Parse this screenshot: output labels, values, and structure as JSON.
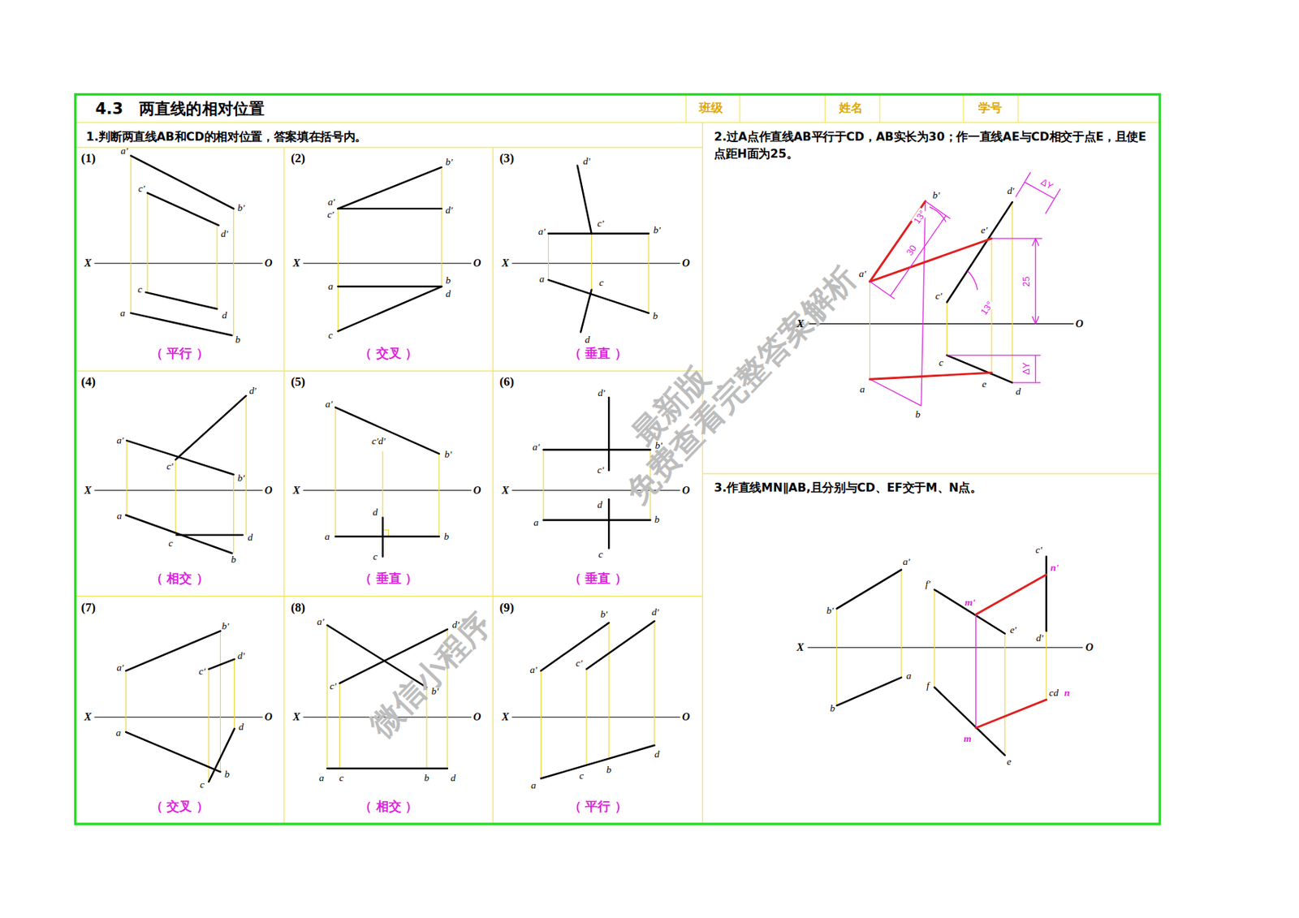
{
  "diagram": {
    "title": "4.3　两直线的相对位置",
    "nodes": [
      {
        "text": [
          "1.判断两直线AB和CD的相对位置，答案填在括号内。"
        ]
      },
      {
        "text": [
          "(1)",
          "（ 平行 ）"
        ],
        "in": 0
      },
      {
        "text": [
          "(2)",
          "（ 交叉 ）"
        ],
        "in": 0
      },
      {
        "text": [
          "(3)",
          "（ 垂直 ）"
        ],
        "in": 0
      },
      {
        "text": [
          "(4)",
          "（ 相交 ）"
        ],
        "in": 0
      },
      {
        "text": [
          "(5)",
          "（ 垂直 ）"
        ],
        "in": 0
      },
      {
        "text": [
          "(6)",
          "（ 垂直 ）"
        ],
        "in": 0
      },
      {
        "text": [
          "(7)",
          "（ 交叉 ）"
        ],
        "in": 0
      },
      {
        "text": [
          "(8)",
          "（ 相交 ）"
        ],
        "in": 0
      },
      {
        "text": [
          "(9)",
          "（ 平行 ）"
        ],
        "in": 0
      },
      {
        "text": [
          "2.过A点作直线AB平行于CD，AB实长为30；作一直线AE与CD相交于点E，且使E点距H面为25。"
        ]
      },
      {
        "text": [
          "3.作直线MN∥AB,且分别与CD、EF交于M、N点。"
        ]
      }
    ],
    "labels": [
      "班级",
      "姓名",
      "学号",
      "a'",
      "b'",
      "c'",
      "d'",
      "X",
      "O",
      "c",
      "d",
      "a",
      "b",
      "b'",
      "a'",
      "c'",
      "d'",
      "X",
      "O",
      "a",
      "b",
      "d",
      "c",
      "d'",
      "c'",
      "a'",
      "b'",
      "X",
      "O",
      "a",
      "c",
      "b",
      "d",
      "d'",
      "a'",
      "c'",
      "b'",
      "X",
      "O",
      "a",
      "d",
      "c",
      "b",
      "a'",
      "c'd'",
      "b'",
      "X",
      "O",
      "d",
      "a",
      "b",
      "c",
      "d'",
      "a'",
      "b'",
      "c'",
      "X",
      "O",
      "d",
      "a",
      "b",
      "c",
      "b'",
      "d'",
      "a'",
      "c'",
      "X",
      "O",
      "d",
      "a",
      "b",
      "c",
      "a'",
      "d'",
      "c'",
      "b'",
      "X",
      "O",
      "a",
      "c",
      "b",
      "d",
      "b'",
      "d'",
      "a'",
      "c'",
      "X",
      "O",
      "d",
      "b",
      "c",
      "a",
      "b'",
      "d'",
      "ΔY",
      "13°",
      "30",
      "e'",
      "a'",
      "25",
      "c'",
      "13°",
      "X",
      "O",
      "c",
      "ΔY",
      "e",
      "a",
      "d",
      "b",
      "c'",
      "a'",
      "n'",
      "f'",
      "m'",
      "b'",
      "e'",
      "d'",
      "X",
      "O",
      "a",
      "f",
      "cd",
      "n",
      "b",
      "m",
      "e",
      "微信小程序",
      "最新版",
      "免费查看完整答案解析"
    ]
  }
}
